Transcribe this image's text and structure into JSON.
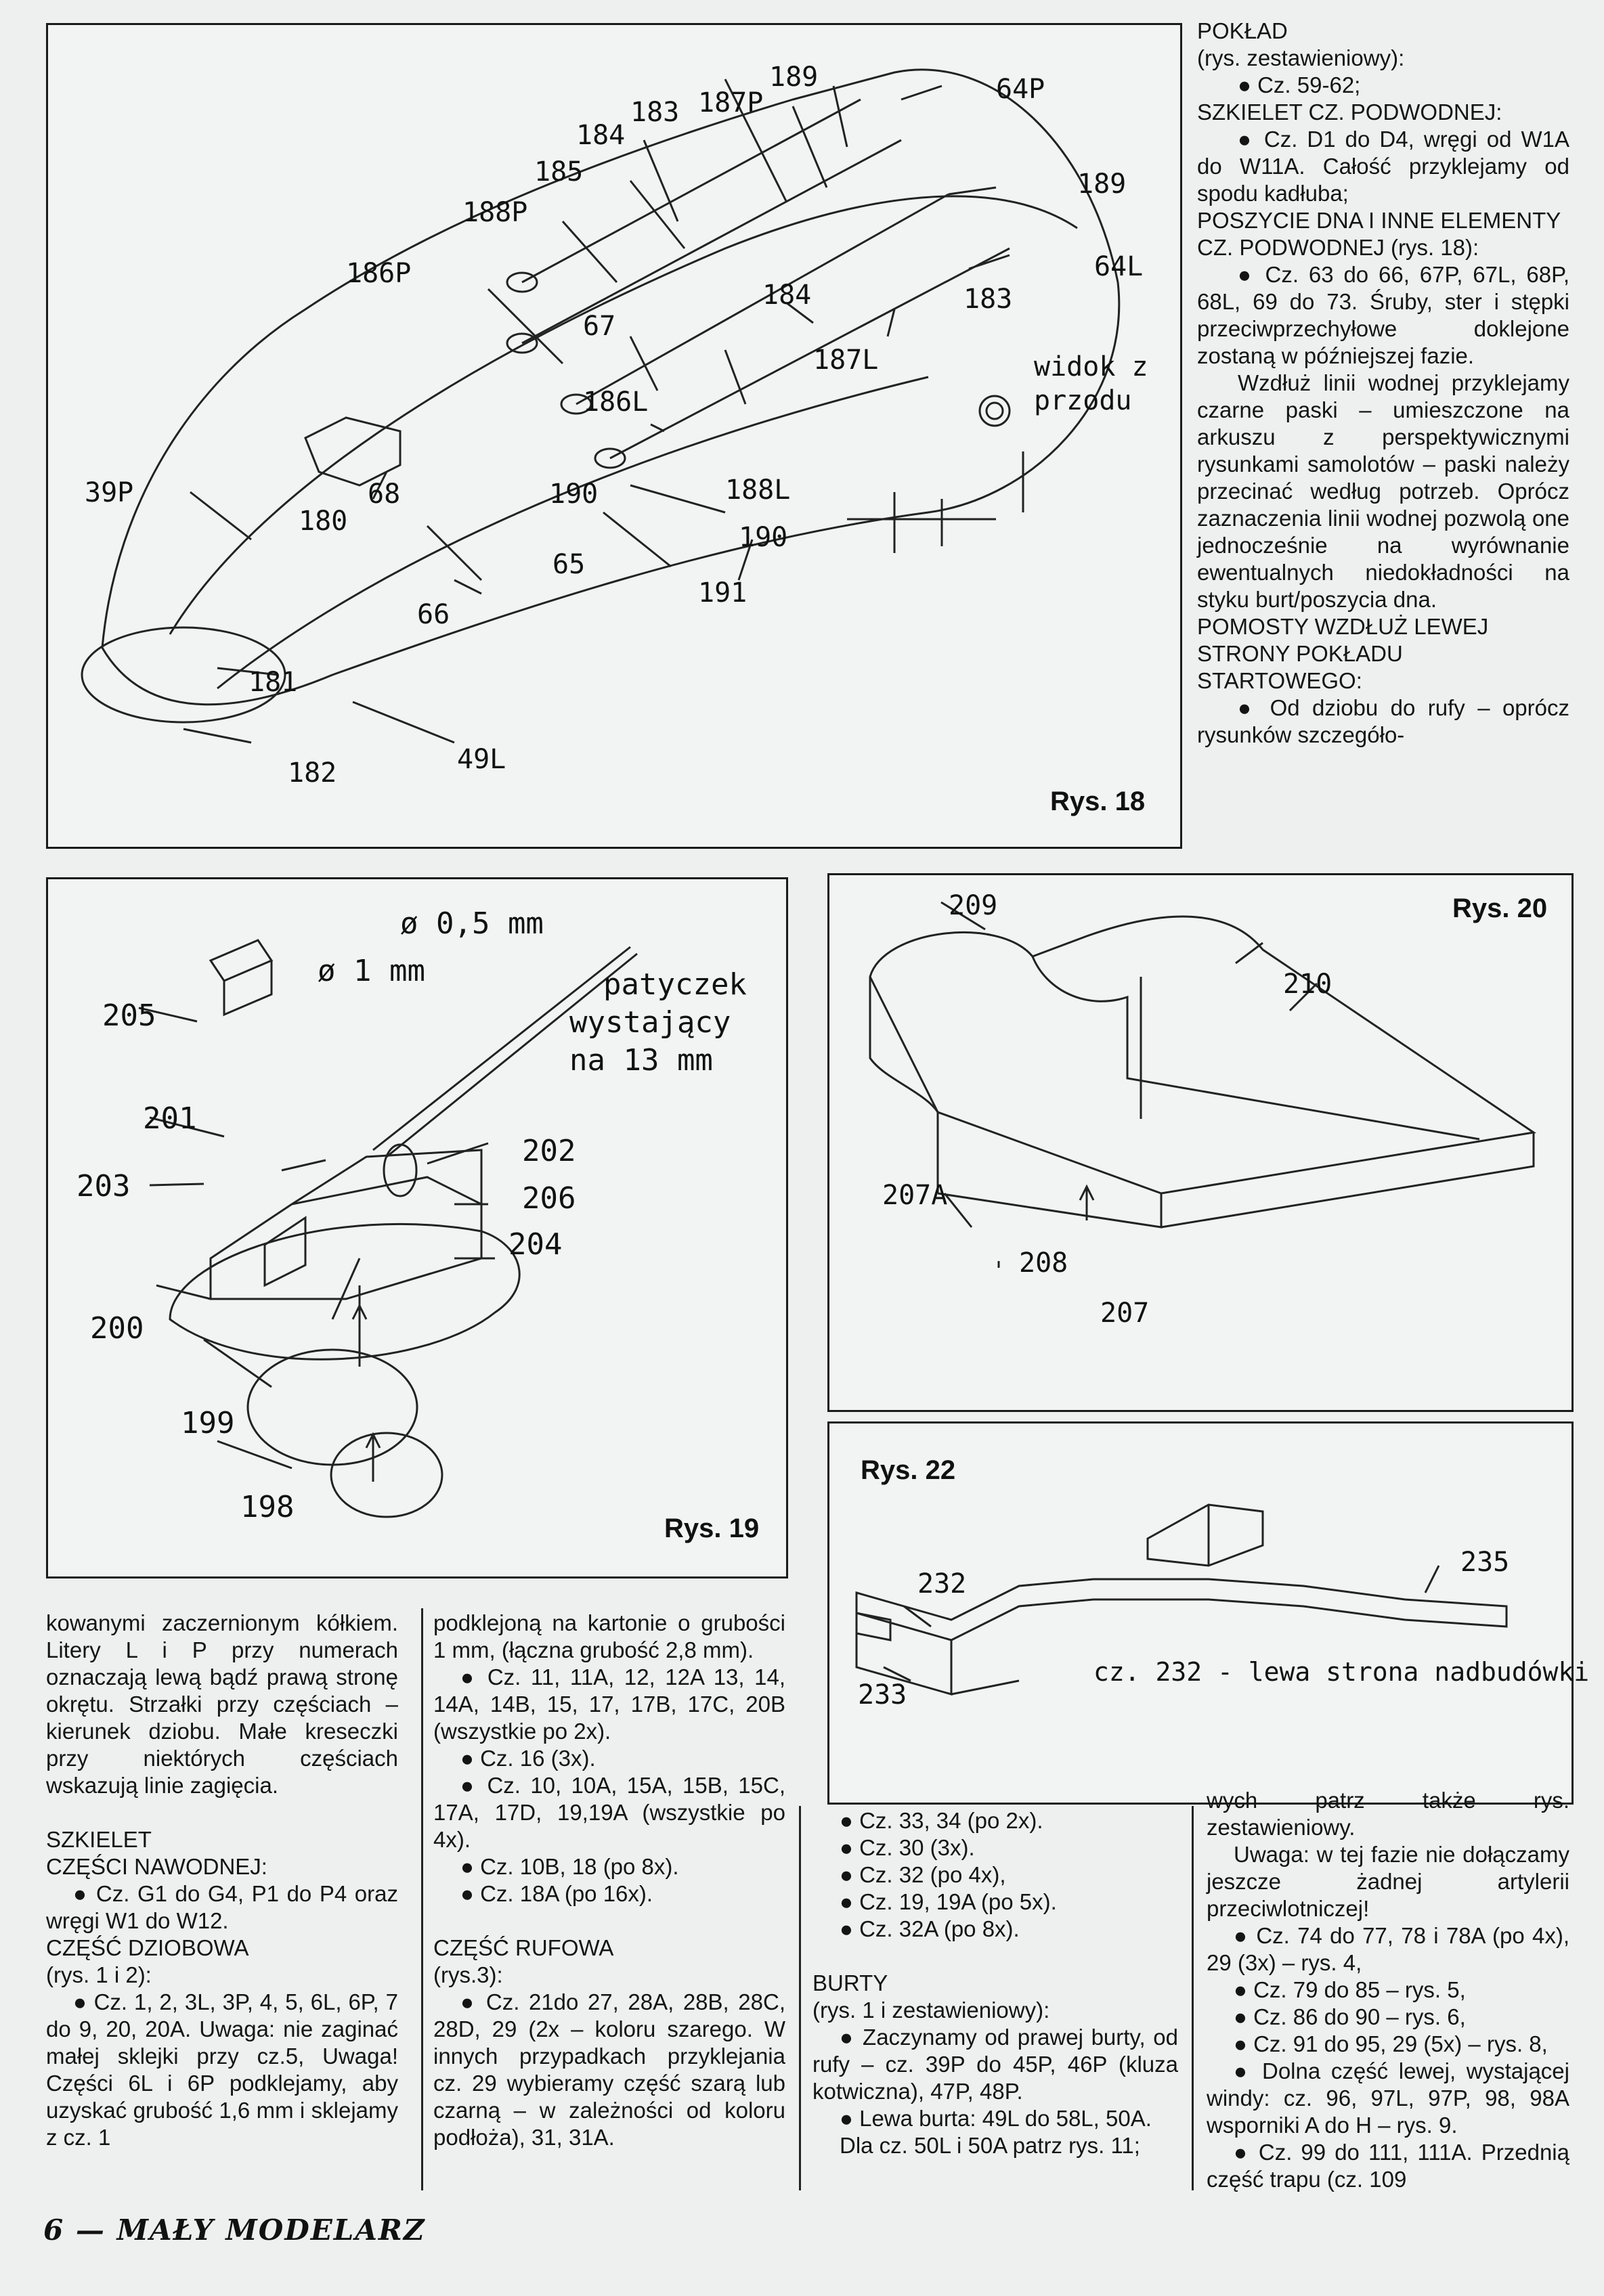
{
  "rys18": {
    "caption": "Rys. 18",
    "labels": [
      "183",
      "187P",
      "189",
      "64P",
      "184",
      "185",
      "189",
      "188P",
      "64L",
      "186P",
      "184",
      "183",
      "67",
      "187L",
      "widok z",
      "przodu",
      "186L",
      "39P",
      "68",
      "190",
      "188L",
      "180",
      "190",
      "65",
      "191",
      "66",
      "181",
      "182",
      "49L"
    ]
  },
  "rys19": {
    "caption": "Rys. 19",
    "labels": [
      "ø 0,5 mm",
      "ø 1 mm",
      "patyczek",
      "wystający",
      "na 13 mm",
      "205",
      "201",
      "202",
      "203",
      "206",
      "204",
      "200",
      "199",
      "198"
    ]
  },
  "rys20": {
    "caption": "Rys. 20",
    "labels": [
      "209",
      "210",
      "207A",
      "208",
      "207"
    ]
  },
  "rys22": {
    "caption": "Rys. 22",
    "labels": [
      "232",
      "233",
      "235",
      "cz. 232 - lewa strona nadbudówki"
    ]
  },
  "right_top": [
    "POKŁAD",
    "(rys. zestawieniowy):",
    "● Cz. 59-62;",
    "SZKIELET CZ. PODWODNEJ:",
    "● Cz. D1 do D4, wręgi od W1A do W11A. Całość przyklejamy od spodu kadłuba;",
    "POSZYCIE DNA I INNE ELEMENTY",
    "CZ. PODWODNEJ (rys. 18):",
    "● Cz. 63 do 66, 67P, 67L, 68P, 68L, 69 do 73. Śruby, ster i stępki przeciwprzechyłowe doklejone zostaną w późniejszej fazie.",
    "Wzdłuż linii wodnej przyklejamy czarne paski – umieszczone na arkuszu z perspektywicznymi rysunkami samolotów – paski należy przecinać według potrzeb. Oprócz zaznaczenia linii wodnej pozwolą one jednocześnie na wyrównanie ewentualnych niedokładności na styku burt/poszycia dna.",
    "POMOSTY WZDŁUŻ LEWEJ STRONY POKŁADU STARTOWEGO:",
    "● Od dziobu do rufy – oprócz rysunków szczegóło-"
  ],
  "col1": [
    "kowanymi zaczernionym kółkiem. Litery L i P przy numerach oznaczają lewą bądź prawą stronę okrętu. Strzałki przy częściach – kierunek dziobu. Małe kreseczki przy niektórych częściach wskazują linie zagięcia.",
    "SZKIELET",
    "CZĘŚCI NAWODNEJ:",
    "● Cz. G1 do G4, P1 do P4 oraz wręgi W1 do W12.",
    "CZĘŚĆ DZIOBOWA",
    "(rys. 1 i 2):",
    "● Cz. 1, 2, 3L, 3P, 4, 5, 6L, 6P, 7 do 9, 20, 20A. Uwaga: nie zaginać małej sklejki przy cz.5, Uwaga! Części 6L i 6P podklejamy, aby uzyskać grubość 1,6 mm i sklejamy z cz. 1"
  ],
  "col2": [
    "podklejoną na kartonie o grubości 1 mm, (łączna grubość 2,8 mm).",
    "● Cz. 11, 11A, 12, 12A 13, 14, 14A, 14B, 15, 17, 17B, 17C, 20B (wszystkie po 2x).",
    "● Cz. 16 (3x).",
    "● Cz. 10, 10A, 15A, 15B, 15C, 17A, 17D, 19,19A (wszystkie po 4x).",
    "● Cz. 10B, 18 (po 8x).",
    "● Cz. 18A (po 16x).",
    "CZĘŚĆ RUFOWA",
    "(rys.3):",
    "● Cz. 21do 27, 28A, 28B, 28C, 28D, 29 (2x – koloru szarego. W innych przypadkach przyklejania cz. 29 wybieramy część szarą lub czarną – w zależności od koloru podłoża), 31, 31A."
  ],
  "col3": [
    "● Cz. 33, 34 (po 2x).",
    "● Cz. 30 (3x).",
    "● Cz. 32 (po 4x),",
    "● Cz. 19, 19A (po 5x).",
    "● Cz. 32A (po 8x).",
    "BURTY",
    "(rys. 1 i zestawieniowy):",
    "● Zaczynamy od prawej burty, od rufy – cz. 39P do 45P, 46P (kluza kotwiczna), 47P, 48P.",
    "● Lewa burta: 49L do 58L, 50A.",
    "Dla cz. 50L i 50A patrz rys. 11;"
  ],
  "col4": [
    "wych patrz także rys. zestawieniowy.",
    "Uwaga: w tej fazie nie dołączamy jeszcze żadnej artylerii przeciwlotniczej!",
    "● Cz. 74 do 77, 78 i 78A (po 4x), 29 (3x) – rys. 4,",
    "● Cz. 79 do 85 – rys. 5,",
    "● Cz. 86 do 90 – rys. 6,",
    "● Cz. 91 do 95, 29 (5x) – rys. 8,",
    "● Dolna część lewej, wystającej windy: cz. 96, 97L, 97P, 98, 98A wsporniki A do H – rys. 9.",
    "● Cz. 99 do 111, 111A. Przednią część trapu (cz. 109"
  ],
  "footer": "6 — MAŁY MODELARZ"
}
